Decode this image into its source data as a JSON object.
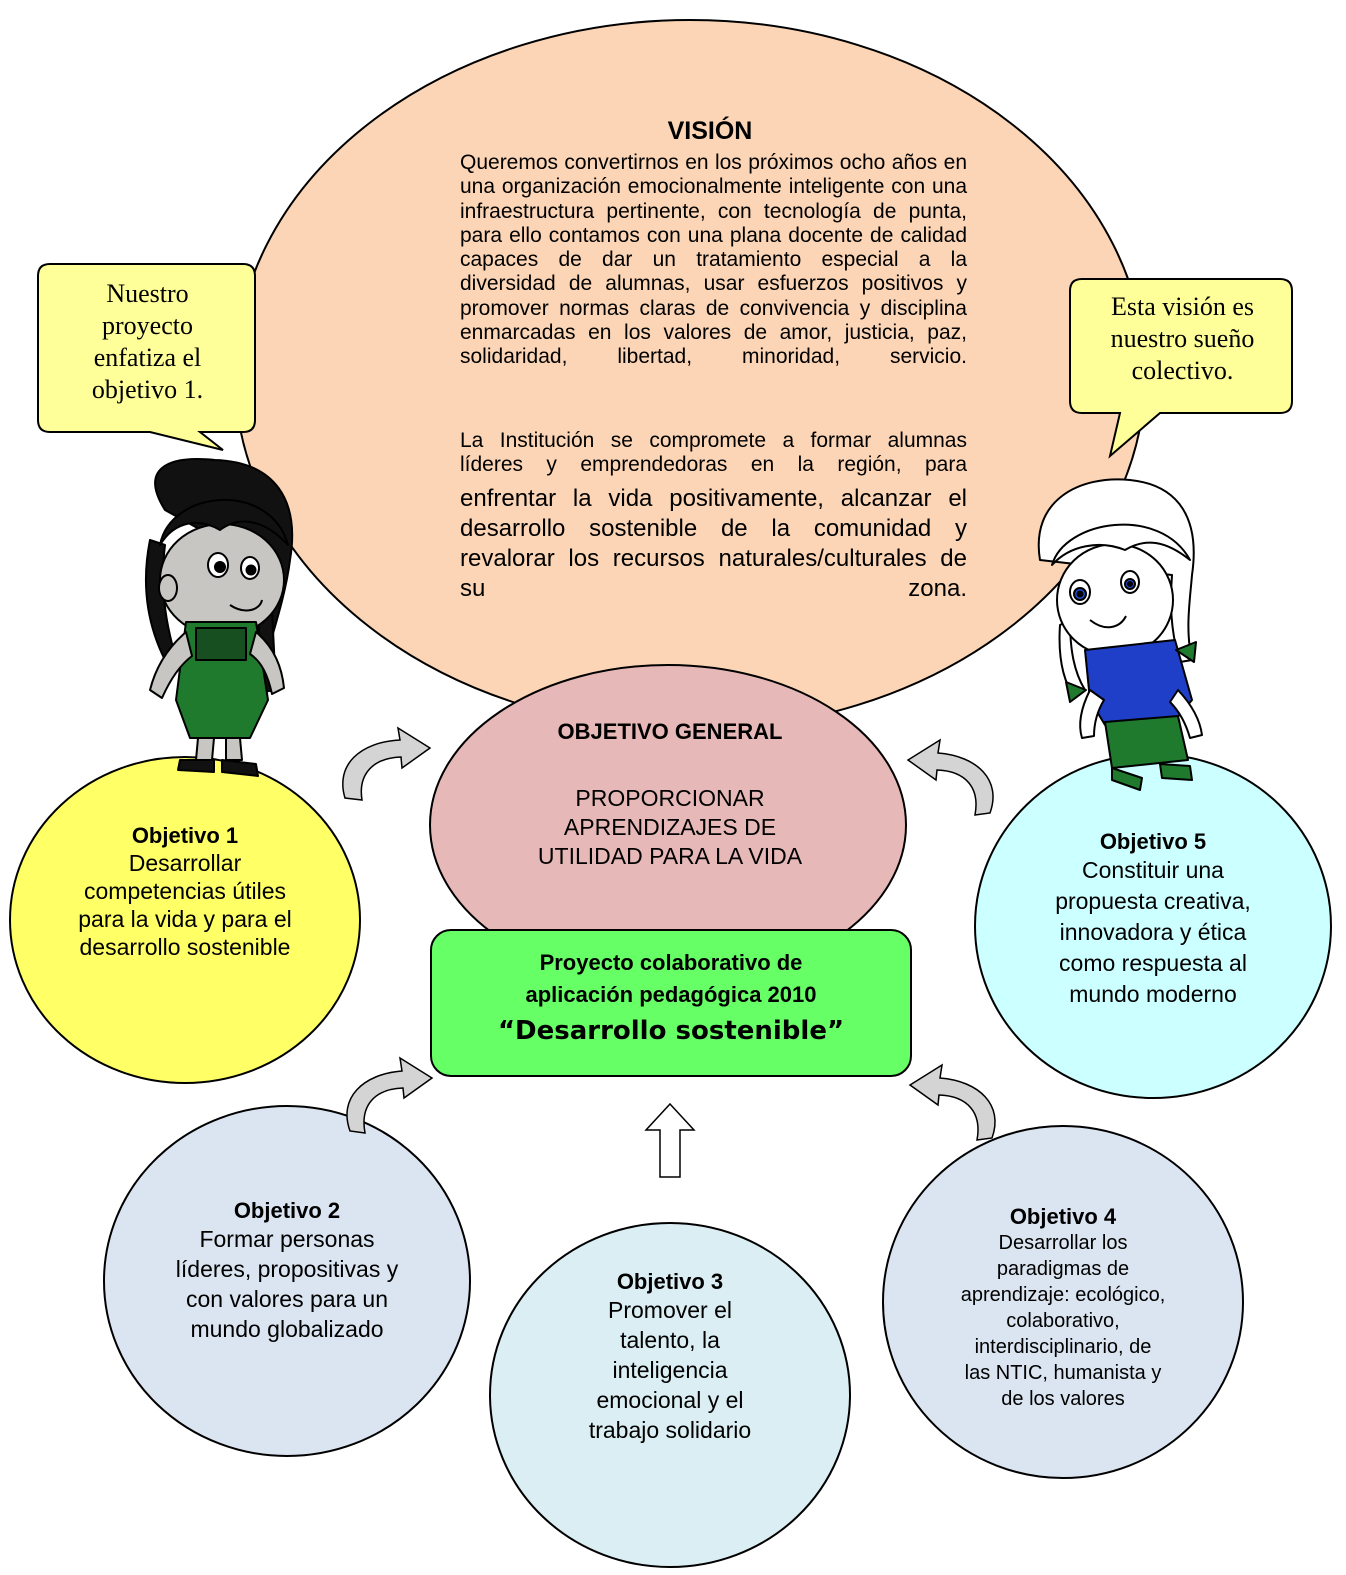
{
  "vision": {
    "title": "VISIÓN",
    "paragraph1": "Queremos convertirnos en los próximos ocho años en una organización emocionalmente inteligente con una infraestructura pertinente, con tecnología de punta, para ello contamos con una plana docente de calidad capaces de dar un tratamiento especial a la diversidad de alumnas, usar esfuerzos positivos y promover normas claras de convivencia y disciplina enmarcadas en los valores de amor, justicia, paz, solidaridad, libertad, minoridad, servicio.",
    "paragraph2": "La Institución se compromete a formar alumnas líderes y emprendedoras en la región, para",
    "paragraph3": "enfrentar la vida positivamente, alcanzar el desarrollo sostenible de la comunidad y revalorar los recursos naturales/culturales de su zona."
  },
  "bubbles": {
    "left": "Nuestro proyecto enfatiza el objetivo 1.",
    "right": "Esta visión es nuestro sueño colectivo."
  },
  "general": {
    "title": "OBJETIVO GENERAL",
    "text": "PROPORCIONAR APRENDIZAJES DE UTILIDAD PARA LA VIDA"
  },
  "project": {
    "line1": "Proyecto colaborativo de",
    "line2": "aplicación pedagógica  2010",
    "line3": "“Desarrollo sostenible”"
  },
  "objectives": [
    {
      "title": "Objetivo 1",
      "text": "Desarrollar competencias útiles para la vida y  para el desarrollo sostenible"
    },
    {
      "title": "Objetivo 2",
      "text": "Formar personas líderes, propositivas y con valores para un mundo globalizado"
    },
    {
      "title": "Objetivo 3",
      "text": "Promover el talento, la inteligencia emocional y el trabajo solidario"
    },
    {
      "title": "Objetivo 4",
      "text": "Desarrollar los paradigmas de aprendizaje: ecológico, colaborativo, interdisciplinario, de las NTIC, humanista y de los valores"
    },
    {
      "title": "Objetivo 5",
      "text": "Constituir una propuesta creativa, innovadora y ética como respuesta al mundo moderno"
    }
  ],
  "colors": {
    "vision": "#fbd5b5",
    "general": "#e6b8b7",
    "project": "#66ff66",
    "objective1": "#ffff66",
    "objective2": "#dbe5f1",
    "objective3": "#daeef3",
    "objective4": "#dbe5f1",
    "objective5": "#ccffff",
    "bubble": "#ffff99"
  }
}
